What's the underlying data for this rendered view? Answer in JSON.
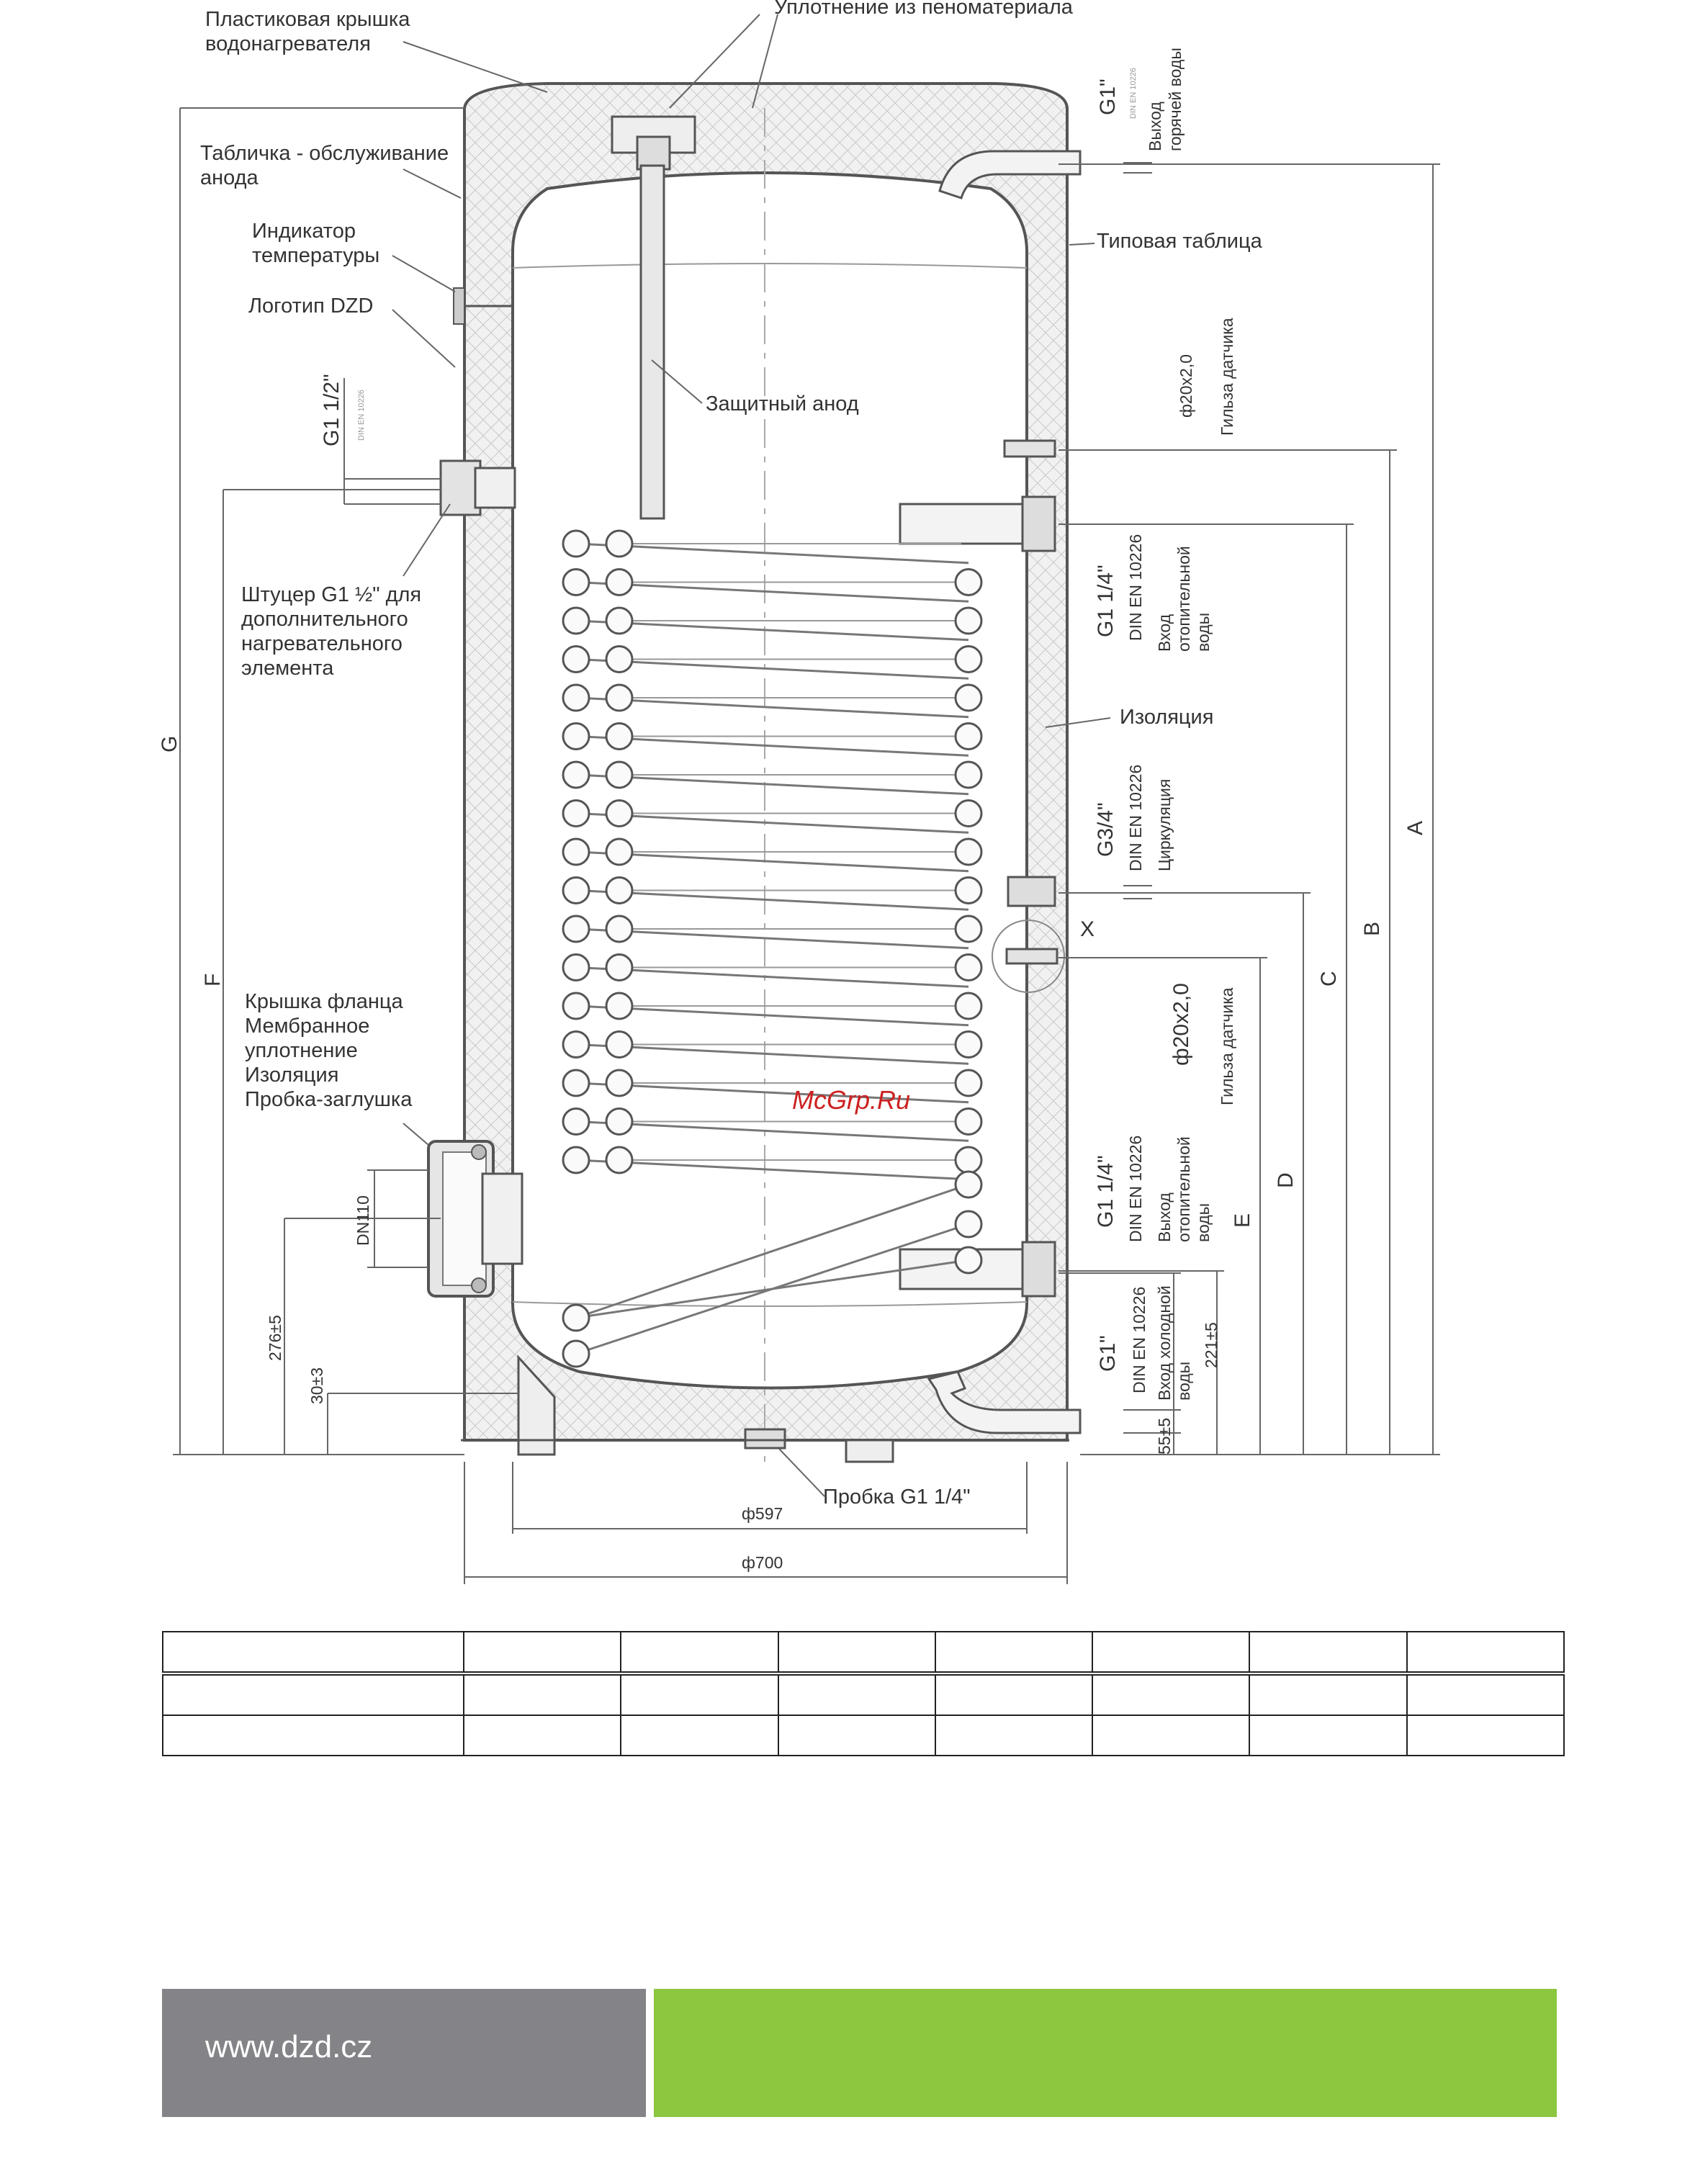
{
  "callouts": {
    "plastic_cover": [
      "Пластиковая крышка",
      "водонагревателя"
    ],
    "foam_seal": "Уплотнение из пеноматериала",
    "anode_plate": [
      "Табличка - обслуживание",
      "анода"
    ],
    "temp_indicator": [
      "Индикатор",
      "температуры"
    ],
    "logo": "Логотип DZD",
    "type_plate": "Типовая таблица",
    "protective_anode": "Защитный анод",
    "fitting": [
      "Штуцер G1 ½\" для",
      "дополнительного",
      "нагревательного",
      "элемента"
    ],
    "insulation": "Изоляция",
    "flange": [
      "Крышка фланца",
      "Мембранное",
      "уплотнение",
      "Изоляция",
      "Пробка-заглушка"
    ],
    "plug": "Пробка G1 1/4\""
  },
  "connections": {
    "hot_out": [
      "G1\"",
      "Выход",
      "горячей воды"
    ],
    "sensor_top": [
      "ф20x2,0",
      "Гильза датчика"
    ],
    "heating_in": [
      "G1 1/4\"",
      "DIN EN 10226",
      "Вход",
      "отопительной",
      "воды"
    ],
    "circulation": [
      "G3/4\"",
      "DIN EN 10226",
      "Циркуляция"
    ],
    "sensor_mid": [
      "ф20x2,0",
      "Гильза датчика"
    ],
    "heating_out": [
      "G1 1/4\"",
      "DIN EN 10226",
      "Выход",
      "отопительной",
      "воды"
    ],
    "cold_in": [
      "G1\"",
      "DIN EN 10226",
      "Вход холодной",
      "воды"
    ],
    "left_fitting": "G1 1/2\"",
    "din_small": "DIN EN 10226"
  },
  "dimensions": {
    "letters": [
      "A",
      "B",
      "C",
      "D",
      "E",
      "F",
      "G",
      "X"
    ],
    "dn": "DN110",
    "dim_276": "276±5",
    "dim_30": "30±3",
    "dim_221": "221±5",
    "dim_55": "55±5",
    "dia_597": "ф597",
    "dia_700": "ф700"
  },
  "watermark": "McGrp.Ru",
  "table": {
    "rows": 3,
    "cols": 8
  },
  "footer": {
    "url": "www.dzd.cz"
  },
  "colors": {
    "footer_gray": "#848488",
    "footer_green": "#8dc63f",
    "watermark": "#cc2222"
  }
}
